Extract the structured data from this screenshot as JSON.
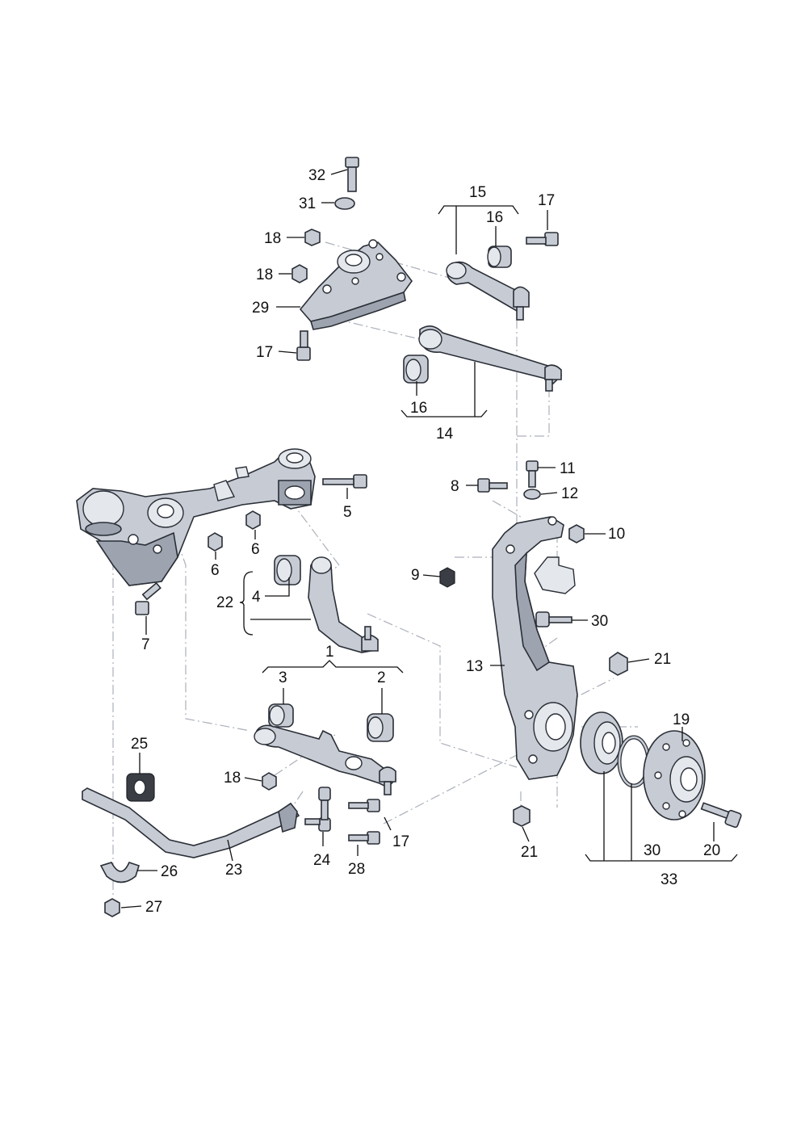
{
  "callouts": [
    {
      "id": "c32",
      "text": "32"
    },
    {
      "id": "c31",
      "text": "31"
    },
    {
      "id": "c18a",
      "text": "18"
    },
    {
      "id": "c18b",
      "text": "18"
    },
    {
      "id": "c29",
      "text": "29"
    },
    {
      "id": "c17a",
      "text": "17"
    },
    {
      "id": "c15",
      "text": "15"
    },
    {
      "id": "c16a",
      "text": "16"
    },
    {
      "id": "c17b",
      "text": "17"
    },
    {
      "id": "c16b",
      "text": "16"
    },
    {
      "id": "c14",
      "text": "14"
    },
    {
      "id": "c5",
      "text": "5"
    },
    {
      "id": "c6a",
      "text": "6"
    },
    {
      "id": "c6b",
      "text": "6"
    },
    {
      "id": "c22",
      "text": "22"
    },
    {
      "id": "c4",
      "text": "4"
    },
    {
      "id": "c7",
      "text": "7"
    },
    {
      "id": "c1",
      "text": "1"
    },
    {
      "id": "c3",
      "text": "3"
    },
    {
      "id": "c2",
      "text": "2"
    },
    {
      "id": "c25",
      "text": "25"
    },
    {
      "id": "c18c",
      "text": "18"
    },
    {
      "id": "c26",
      "text": "26"
    },
    {
      "id": "c23",
      "text": "23"
    },
    {
      "id": "c27",
      "text": "27"
    },
    {
      "id": "c24",
      "text": "24"
    },
    {
      "id": "c28",
      "text": "28"
    },
    {
      "id": "c17c",
      "text": "17"
    },
    {
      "id": "c11",
      "text": "11"
    },
    {
      "id": "c8",
      "text": "8"
    },
    {
      "id": "c12",
      "text": "12"
    },
    {
      "id": "c10",
      "text": "10"
    },
    {
      "id": "c9",
      "text": "9"
    },
    {
      "id": "c30a",
      "text": "30"
    },
    {
      "id": "c13",
      "text": "13"
    },
    {
      "id": "c21a",
      "text": "21"
    },
    {
      "id": "c19",
      "text": "19"
    },
    {
      "id": "c21b",
      "text": "21"
    },
    {
      "id": "c30b",
      "text": "30"
    },
    {
      "id": "c20",
      "text": "20"
    },
    {
      "id": "c33",
      "text": "33"
    }
  ],
  "colors": {
    "part": "#c7ccd4",
    "dark": "#9da4b0",
    "ink": "#111111",
    "dash": "#aab0ba"
  }
}
